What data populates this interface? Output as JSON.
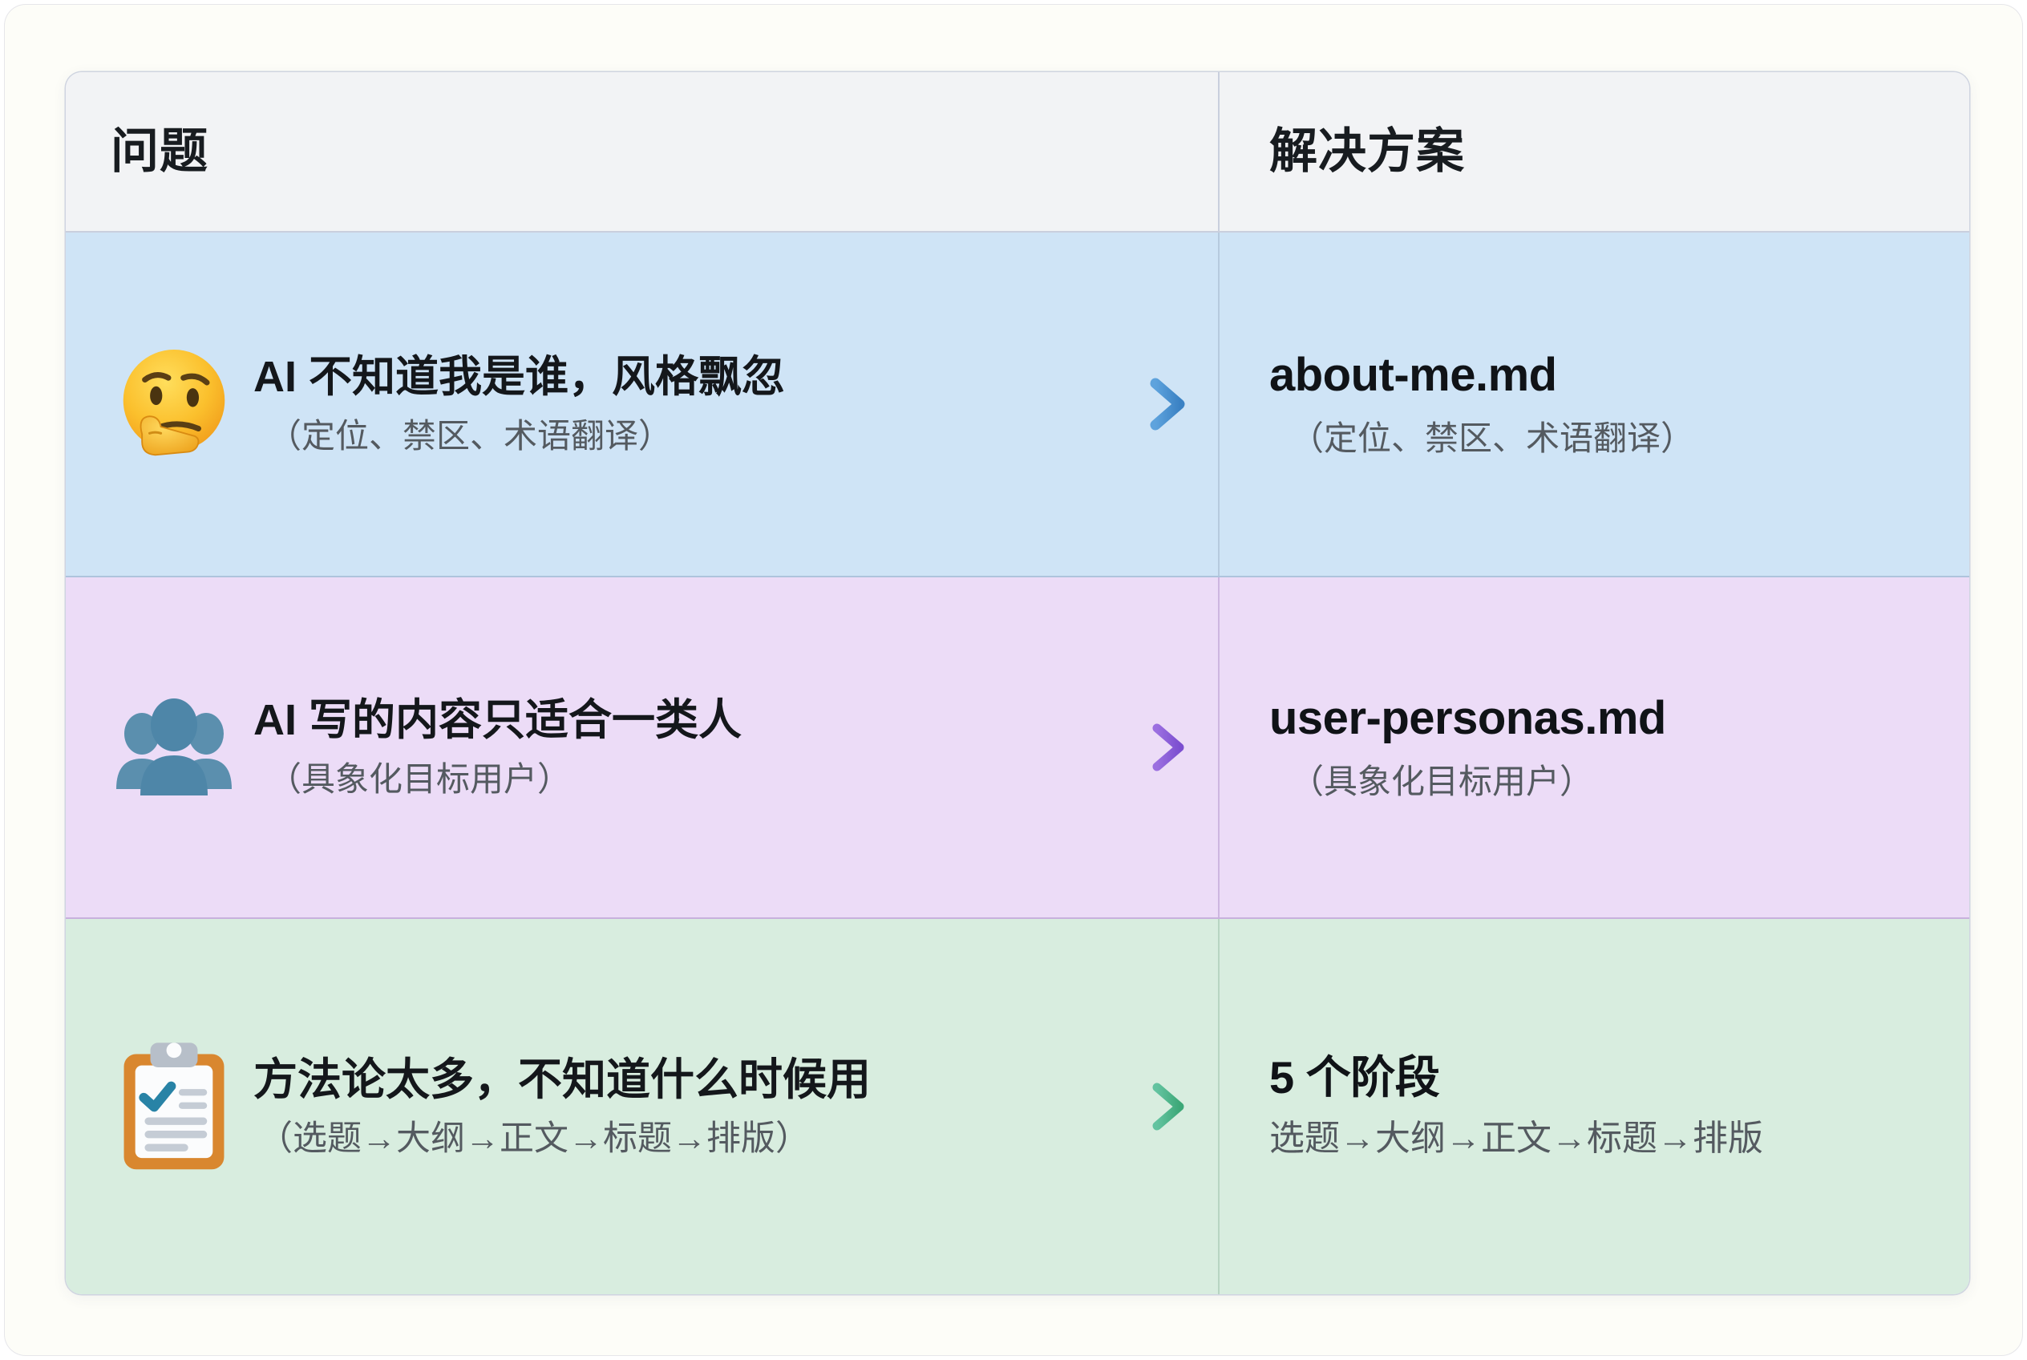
{
  "card": {
    "headers": {
      "problem": "问题",
      "solution": "解决方案"
    },
    "rows": [
      {
        "icon": "thinking-face-emoji",
        "accent_color": "#4a90d2",
        "background_color": "#cfe4f6",
        "problem_title": "AI 不知道我是谁，风格飘忽",
        "problem_sub": "（定位、禁区、术语翻译）",
        "arrow": "→",
        "solution_title": "about-me.md",
        "solution_sub": "（定位、禁区、术语翻译）"
      },
      {
        "icon": "people-group-icon",
        "accent_color": "#8b5cd6",
        "background_color": "#ecdcf7",
        "problem_title": "AI 写的内容只适合一类人",
        "problem_sub": "（具象化目标用户）",
        "arrow": "→",
        "solution_title": "user-personas.md",
        "solution_sub": "（具象化目标用户）"
      },
      {
        "icon": "clipboard-checklist-icon",
        "accent_color": "#4caf84",
        "background_color": "#d8eddf",
        "problem_title": "方法论太多，不知道什么时候用",
        "problem_sub": "（选题→大纲→正文→标题→排版）",
        "arrow": "→",
        "solution_title": "5 个阶段",
        "solution_sub": "选题→大纲→正文→标题→排版"
      }
    ]
  }
}
